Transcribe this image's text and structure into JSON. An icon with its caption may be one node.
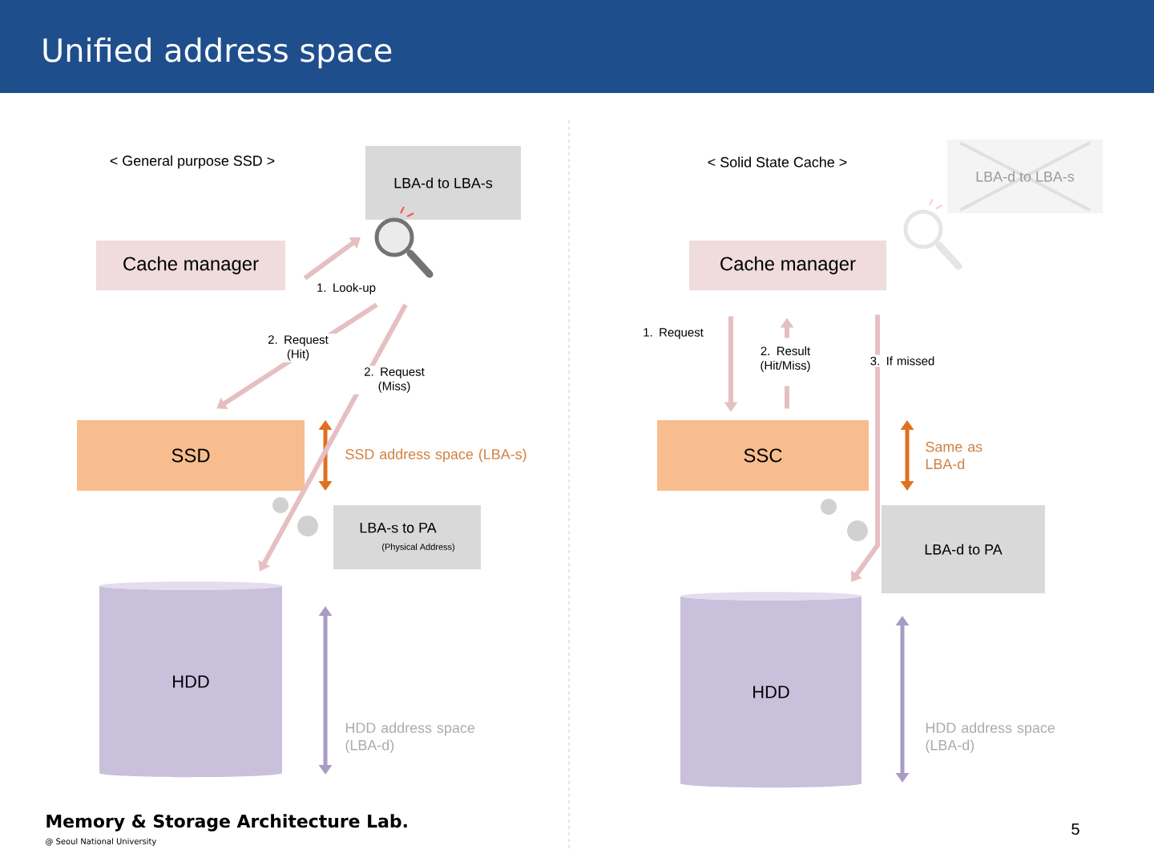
{
  "diagram": {
    "title": "Unified address space",
    "nodes": [
      {
        "text": [
          "LBA-d to LBA-s"
        ]
      },
      {
        "text": [],
        "shape": "magnifier"
      },
      {
        "text": [
          "Cache manager"
        ]
      },
      {
        "text": [
          "SSD"
        ]
      },
      {
        "text": [
          "HDD"
        ]
      },
      {
        "text": [
          "LBA-s to PA",
          "(Physical Address)"
        ]
      },
      {
        "text": [
          "LBA-d to LBA-s"
        ]
      },
      {
        "text": [],
        "shape": "magnifier"
      },
      {
        "text": [
          "Cache manager"
        ]
      },
      {
        "text": [
          "SSC"
        ]
      },
      {
        "text": [
          "LBA-d to PA"
        ]
      },
      {
        "text": [
          "HDD"
        ]
      }
    ],
    "edges": [
      {
        "from": 2,
        "to": 1,
        "arrow": "to",
        "label": "1. Look-up"
      },
      {
        "from": 1,
        "to": 3,
        "arrow": "to",
        "label": "2. Request (Hit)"
      },
      {
        "from": 1,
        "to": 4,
        "arrow": "to",
        "label": "2. Request (Miss)"
      },
      {
        "from": 8,
        "to": 9,
        "arrow": "to",
        "label": "1. Request"
      },
      {
        "from": 9,
        "to": 8,
        "arrow": "to",
        "label": "2. Result (Hit/Miss)",
        "style": "dashed"
      },
      {
        "from": 8,
        "to": 11,
        "arrow": "to",
        "label": "3. If missed"
      }
    ],
    "labels": [
      "< General purpose SSD >",
      "< Solid State Cache >",
      "SSD address space (LBA-s)",
      "Same as LBA-d",
      "HDD address space (LBA-d)",
      "HDD address space (LBA-d)",
      "Memory & Storage Architecture Lab.",
      "@ Seoul National University",
      "5"
    ]
  }
}
